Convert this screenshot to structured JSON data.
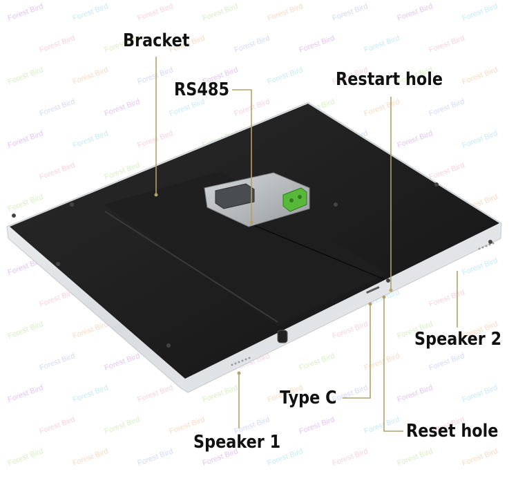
{
  "watermark": {
    "text": "Forest Bird",
    "colors": [
      "#c98de6",
      "#8fd6f0",
      "#f3a6c4",
      "#b4e18d",
      "#f2b98b",
      "#a9b6f2"
    ]
  },
  "colors": {
    "leader_line": "#b3a06a",
    "panel_back": "#1b1b1b",
    "panel_frame": "#e4e6e8",
    "terminal_block": "#58b83a"
  },
  "callouts": {
    "bracket": "Bracket",
    "rs485": "RS485",
    "restart_hole": "Restart hole",
    "speaker_2": "Speaker 2",
    "type_c": "Type C",
    "reset_hole": "Reset hole",
    "speaker_1": "Speaker 1"
  }
}
